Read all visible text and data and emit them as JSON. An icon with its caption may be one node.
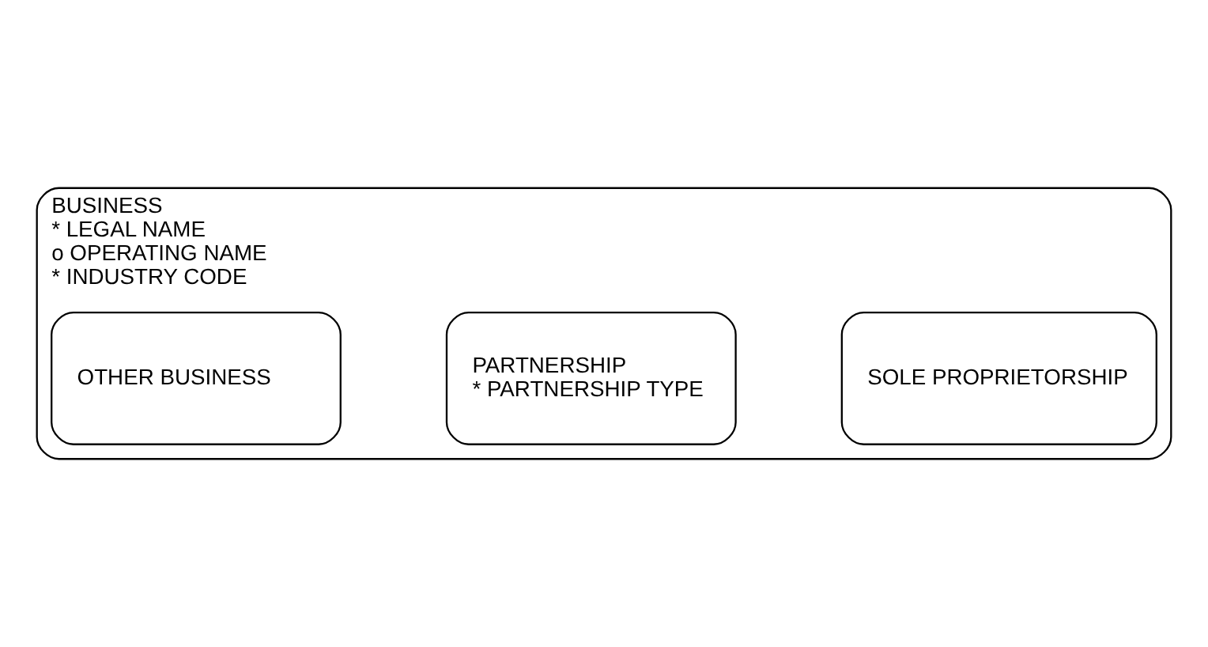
{
  "diagram": {
    "nodes": [
      {
        "text": [
          "BUSINESS",
          "* LEGAL NAME",
          "o OPERATING NAME",
          "* INDUSTRY CODE"
        ]
      },
      {
        "text": [
          "SOLE PROPRIETORSHIP"
        ],
        "in": 0
      },
      {
        "text": [
          "PARTNERSHIP",
          "* PARTNERSHIP TYPE"
        ],
        "in": 0
      },
      {
        "text": [
          "OTHER BUSINESS"
        ],
        "in": 0
      }
    ]
  }
}
